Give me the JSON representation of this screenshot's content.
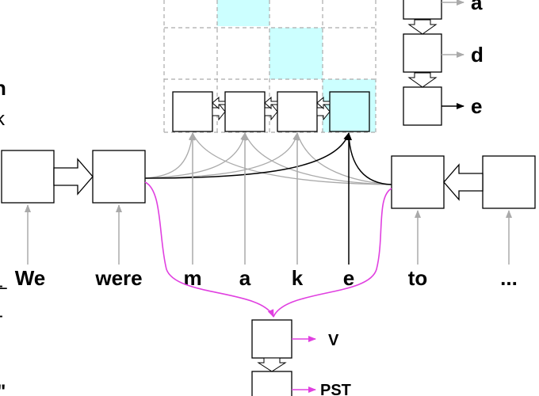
{
  "diagram": {
    "words": [
      "We",
      "were",
      "m",
      "a",
      "k",
      "e",
      "to",
      "..."
    ],
    "decoded_chars": [
      "a",
      "d",
      "e"
    ],
    "morph_tags": [
      "V",
      "PST"
    ],
    "left_edge_fragments": [
      "n",
      "k",
      "_",
      "-",
      "-",
      "\""
    ],
    "colors": {
      "grid_highlight": "#ccffff",
      "grid_line": "#aaaaaa",
      "gray_arrow": "#aaaaaa",
      "magenta_arrow": "#e040e0",
      "black": "#000000"
    }
  }
}
